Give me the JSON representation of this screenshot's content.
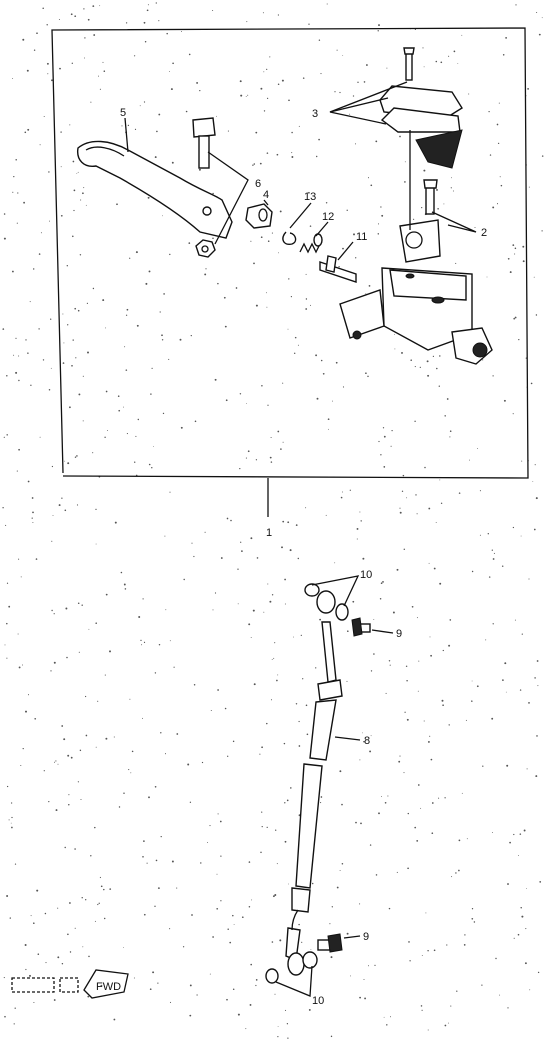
{
  "callouts": {
    "c1": "1",
    "c2": "2",
    "c3": "3",
    "c4": "4",
    "c5": "5",
    "c6": "6",
    "c8": "8",
    "c9a": "9",
    "c9b": "9",
    "c10a": "10",
    "c10b": "10",
    "c11": "11",
    "c12": "12",
    "c13": "13"
  },
  "fwd_label": "FWD"
}
